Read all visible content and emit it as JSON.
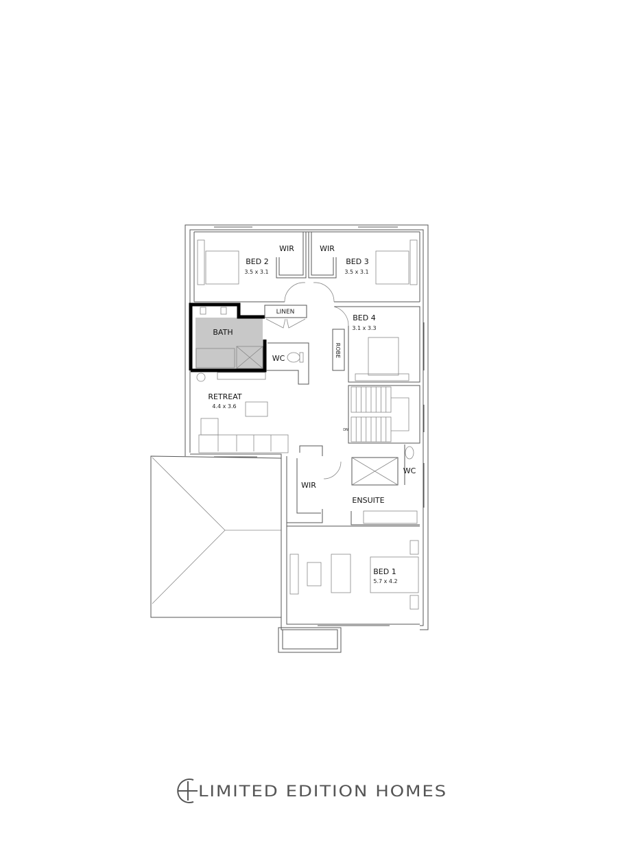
{
  "plan": {
    "rooms": [
      {
        "name": "BED 2",
        "size": "3.5 x 3.1"
      },
      {
        "name": "BED 3",
        "size": "3.5 x 3.1"
      },
      {
        "name": "BED 4",
        "size": "3.1 x 3.3"
      },
      {
        "name": "RETREAT",
        "size": "4.4 x 3.6"
      },
      {
        "name": "BED 1",
        "size": "5.7 x 4.2"
      }
    ],
    "labels": {
      "wir_bed2": "WIR",
      "wir_bed3": "WIR",
      "linen": "LINEN",
      "bath": "BATH",
      "wc_upper": "WC",
      "robe": "ROBE",
      "dn": "DN",
      "wir_bed1": "WIR",
      "wc_ensuite": "WC",
      "ensuite": "ENSUITE"
    },
    "colors": {
      "wall": "#555555",
      "bath_fill": "#c8c8c8",
      "bath_wall": "#000000"
    }
  },
  "brand": {
    "name": "LIMITED EDITION HOMES"
  }
}
